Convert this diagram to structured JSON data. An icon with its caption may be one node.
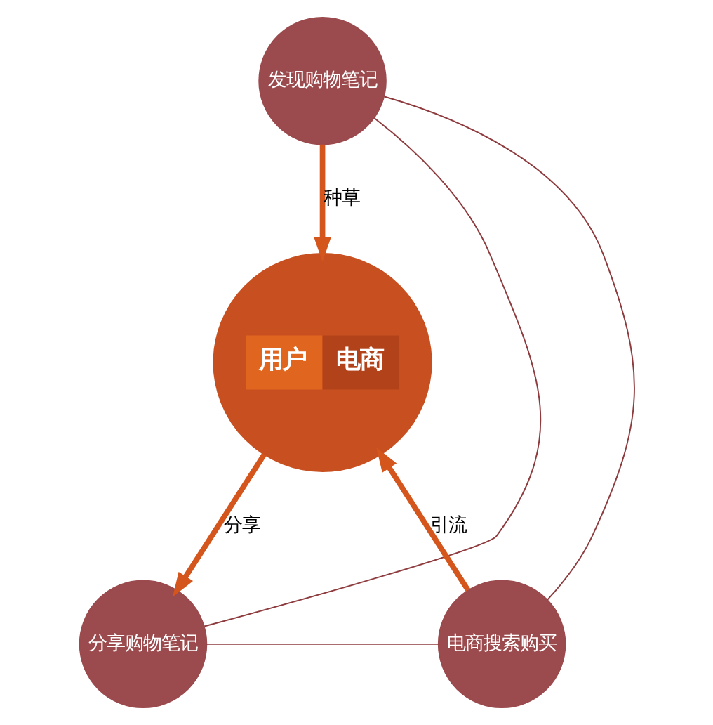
{
  "diagram": {
    "nodes": [
      {
        "text": [
          "发现购物笔记"
        ]
      },
      {
        "text": [
          "用户",
          "电商"
        ]
      },
      {
        "text": [
          "分享购物笔记"
        ]
      },
      {
        "text": [
          "电商搜索购买"
        ]
      }
    ],
    "edges": [
      {
        "from": 0,
        "to": 1,
        "arrow": "to",
        "label": "种草",
        "style": "thick",
        "color": "#d4561c"
      },
      {
        "from": 3,
        "to": 1,
        "arrow": "to",
        "label": "引流",
        "style": "thick",
        "color": "#d4561c"
      },
      {
        "from": 1,
        "to": 2,
        "arrow": "to",
        "label": "分享",
        "style": "thick",
        "color": "#d4561c"
      },
      {
        "from": 0,
        "to": 2,
        "arrow": "none",
        "color": "#8e3b3e"
      },
      {
        "from": 2,
        "to": 3,
        "arrow": "none",
        "color": "#8e3b3e"
      },
      {
        "from": 3,
        "to": 0,
        "arrow": "none",
        "color": "#8e3b3e"
      }
    ]
  }
}
